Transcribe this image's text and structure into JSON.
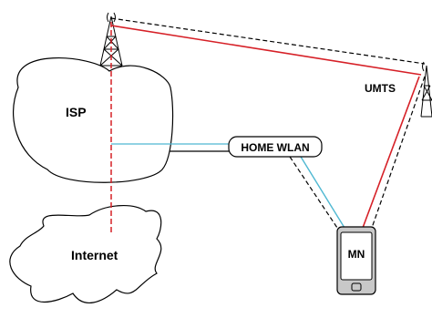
{
  "labels": {
    "isp": "ISP",
    "internet": "Internet",
    "home_wlan": "HOME WLAN",
    "umts": "UMTS",
    "mn": "MN"
  },
  "colors": {
    "red_link": "#d62027",
    "cyan_link": "#4fb8d2",
    "black_link": "#000000",
    "phone_body": "#c8c8c8"
  }
}
